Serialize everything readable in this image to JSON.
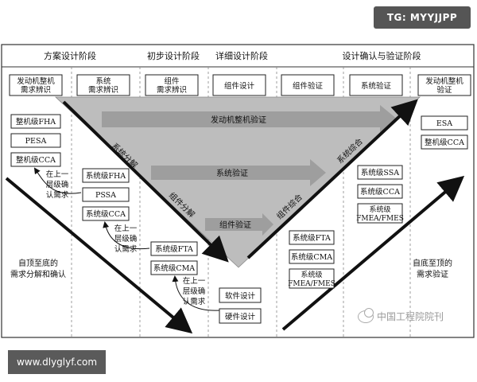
{
  "badge_top": "TG: MYYJJPP",
  "badge_bottom": "www.dlyglyf.com",
  "watermark": "中国工程院院刊",
  "phases": [
    "方案设计阶段",
    "初步设计阶段",
    "详细设计阶段",
    "设计确认与验证阶段"
  ],
  "top_boxes": [
    [
      "发动机整机",
      "需求辨识"
    ],
    [
      "系统",
      "需求辨识"
    ],
    [
      "组件",
      "需求辨识"
    ],
    [
      "组件设计"
    ],
    [
      "组件验证"
    ],
    [
      "系统验证"
    ],
    [
      "发动机整机",
      "验证"
    ]
  ],
  "left_col": {
    "fha": "整机级FHA",
    "pesa": "PESA",
    "cca": "整机级CCA"
  },
  "sys_col": {
    "fha": "系统级FHA",
    "pssa": "PSSA",
    "cca": "系统级CCA"
  },
  "comp_col": {
    "fta": "系统级FTA",
    "cma": "系统级CMA"
  },
  "bottom_boxes": {
    "software": "软件设计",
    "hardware": "硬件设计"
  },
  "verify_col": {
    "fta": "系统级FTA",
    "cma": "系统级CMA",
    "fmea": [
      "系统级",
      "FMEA/FMES"
    ]
  },
  "system_verify_col": {
    "ssa": "系统级SSA",
    "cca": "系统级CCA",
    "fmea": [
      "系统级",
      "FMEA/FMES"
    ]
  },
  "right_col": {
    "esa": "ESA",
    "cca": "整机级CCA"
  },
  "confirm_label_1": [
    "在上一",
    "层级确",
    "认需求"
  ],
  "confirm_label_2": [
    "在上一",
    "层级确",
    "认需求"
  ],
  "confirm_label_3": [
    "在上一",
    "层级确",
    "认需求"
  ],
  "arrows": {
    "engine_verify": "发动机整机验证",
    "system_verify": "系统验证",
    "component_verify": "组件验证",
    "system_decomp": "系统分解",
    "component_decomp": "组件分解",
    "component_integ": "组件综合",
    "system_integ": "系统综合"
  },
  "side_labels": {
    "left": [
      "自顶至底的",
      "需求分解和确认"
    ],
    "right": [
      "自底至顶的",
      "需求验证"
    ]
  }
}
